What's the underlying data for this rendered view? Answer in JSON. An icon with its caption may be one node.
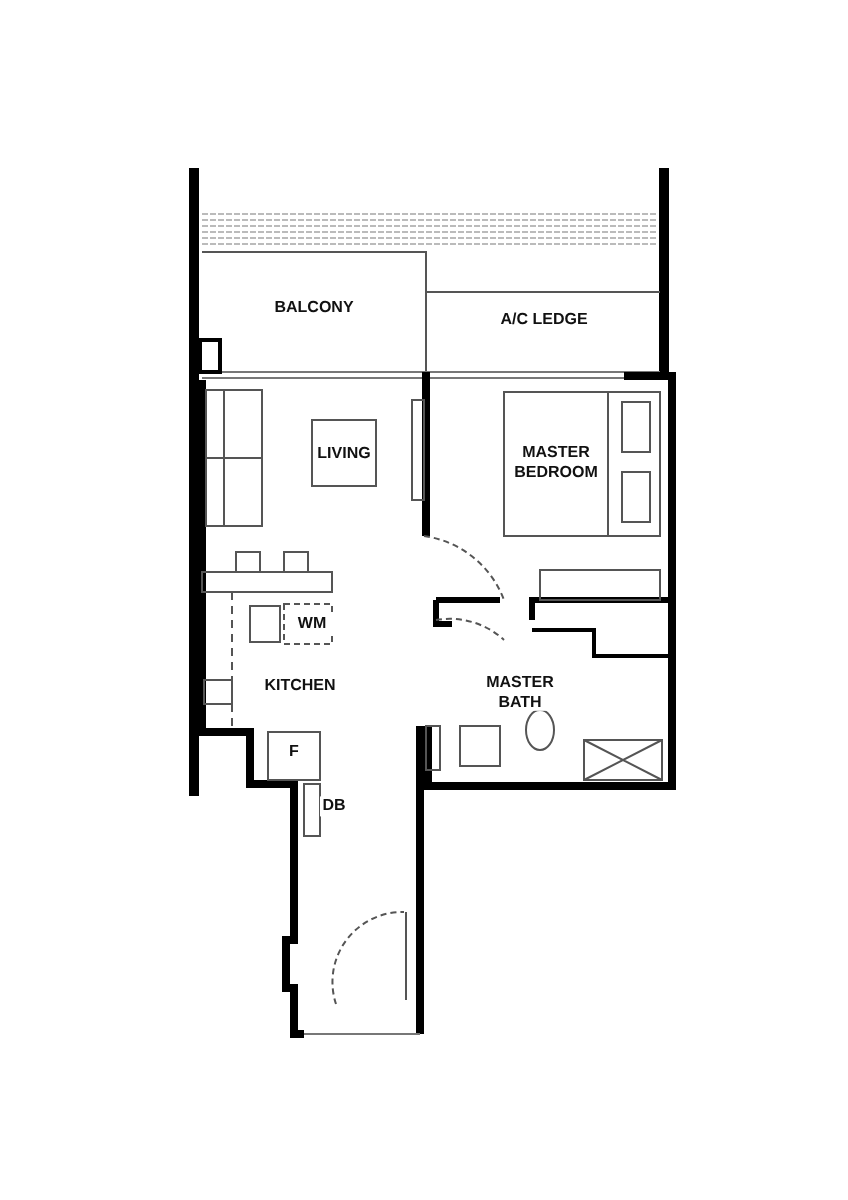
{
  "diagram": {
    "labels": [
      "BALCONY",
      "A/C LEDGE",
      "LIVING",
      "MASTER BEDROOM",
      "WM",
      "KITCHEN",
      "MASTER BATH",
      "F",
      "DB"
    ]
  }
}
